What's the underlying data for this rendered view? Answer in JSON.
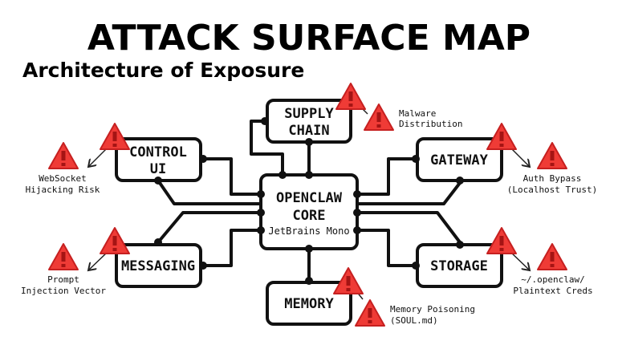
{
  "title": "ATTACK SURFACE MAP",
  "subtitle": "Architecture of Exposure",
  "colors": {
    "warning": "#ef3b36",
    "warning_stroke": "#c62020",
    "ink": "#111111"
  },
  "nodes": {
    "core": {
      "line1": "OPENCLAW",
      "line2": "CORE",
      "sub": "JetBrains Mono"
    },
    "supply_chain": {
      "line1": "SUPPLY",
      "line2": "CHAIN"
    },
    "control_ui": {
      "line1": "CONTROL",
      "line2": "UI"
    },
    "gateway": {
      "line1": "GATEWAY"
    },
    "messaging": {
      "line1": "MESSAGING"
    },
    "storage": {
      "line1": "STORAGE"
    },
    "memory": {
      "line1": "MEMORY"
    }
  },
  "risks": {
    "supply_chain": {
      "line1": "Malware",
      "line2": "Distribution",
      "icon": "warning-icon"
    },
    "control_ui": {
      "line1": "WebSocket",
      "line2": "Hijacking Risk",
      "icon": "warning-icon"
    },
    "gateway": {
      "line1": "Auth Bypass",
      "line2": "(Localhost Trust)",
      "icon": "warning-icon"
    },
    "messaging": {
      "line1": "Prompt",
      "line2": "Injection Vector",
      "icon": "warning-icon"
    },
    "storage": {
      "line1": "~/.openclaw/",
      "line2": "Plaintext Creds",
      "icon": "warning-icon"
    },
    "memory": {
      "line1": "Memory Poisoning",
      "line2": "(SOUL.md)",
      "icon": "warning-icon"
    }
  }
}
